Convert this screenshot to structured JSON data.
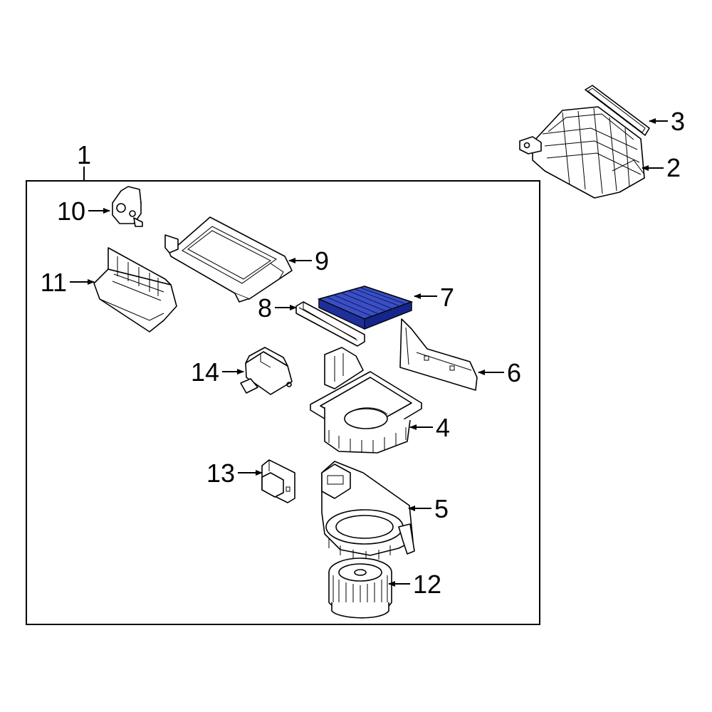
{
  "colors": {
    "line": "#000000",
    "background": "#ffffff",
    "highlight_fill": "#3b4fc0",
    "highlight_stroke": "#0a1a7a"
  },
  "callouts": {
    "c1": "1",
    "c2": "2",
    "c3": "3",
    "c4": "4",
    "c5": "5",
    "c6": "6",
    "c7": "7",
    "c8": "8",
    "c9": "9",
    "c10": "10",
    "c11": "11",
    "c12": "12",
    "c13": "13",
    "c14": "14"
  }
}
